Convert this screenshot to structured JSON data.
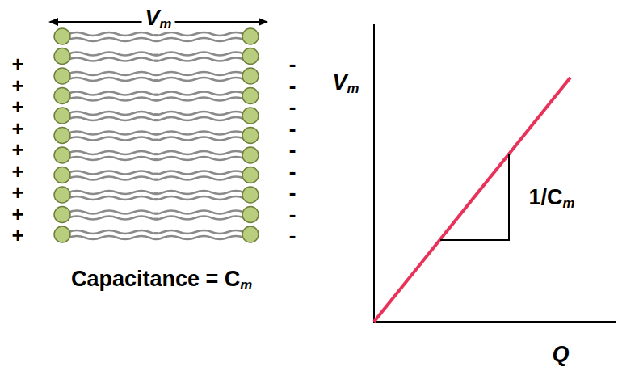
{
  "diagram": {
    "labels": [
      "+",
      "+",
      "+",
      "+",
      "+",
      "+",
      "+",
      "+",
      "+",
      "-",
      "-",
      "-",
      "-",
      "-",
      "-",
      "-",
      "-",
      "-",
      "Vm",
      "Capacitance = Cm",
      "Vm",
      "1/Cm",
      "Q"
    ]
  }
}
